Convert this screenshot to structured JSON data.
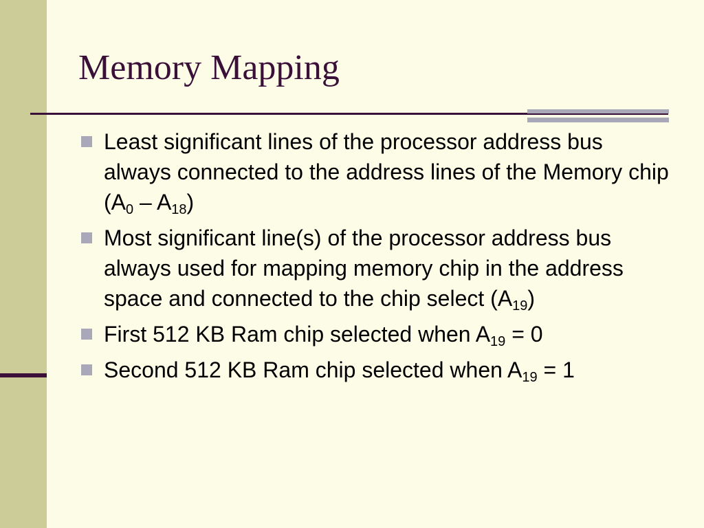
{
  "slide": {
    "title": "Memory Mapping",
    "bullets": [
      {
        "segments": [
          {
            "text": "Least significant lines of the processor address bus always connected to the address lines of the Memory chip (A"
          },
          {
            "text": "0",
            "sub": true
          },
          {
            "text": " – A"
          },
          {
            "text": "18",
            "sub": true
          },
          {
            "text": ")"
          }
        ]
      },
      {
        "segments": [
          {
            "text": "Most significant line(s) of the processor address bus always used for mapping memory chip in the address space and connected to the chip select (A"
          },
          {
            "text": "19",
            "sub": true
          },
          {
            "text": ")"
          }
        ]
      },
      {
        "segments": [
          {
            "text": "First 512 KB Ram chip selected when A"
          },
          {
            "text": "19",
            "sub": true
          },
          {
            "text": " = 0"
          }
        ]
      },
      {
        "segments": [
          {
            "text": "Second 512 KB Ram chip selected when A"
          },
          {
            "text": "19",
            "sub": true
          },
          {
            "text": " = 1"
          }
        ]
      }
    ]
  },
  "colors": {
    "background": "#FDFCE6",
    "side_band": "#CCCC99",
    "title": "#3A0F38",
    "bullet_marker": "#A8A8B8"
  }
}
